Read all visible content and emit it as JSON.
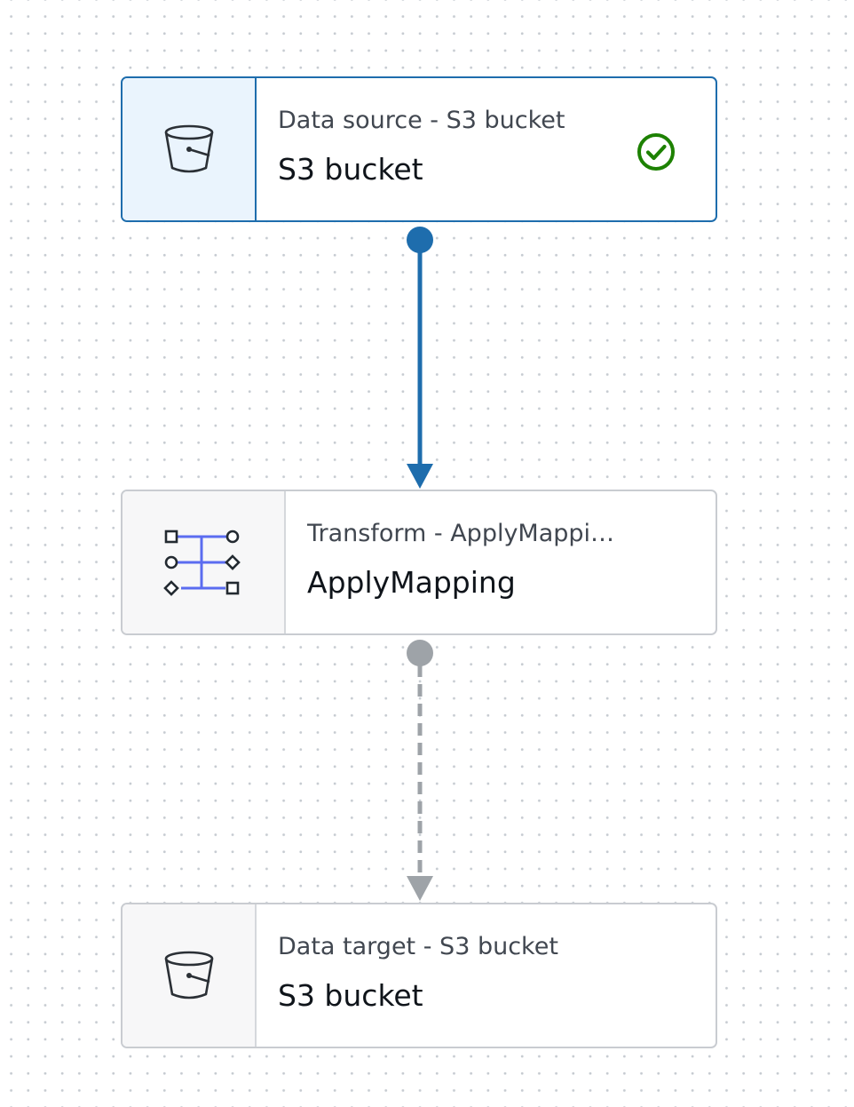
{
  "colors": {
    "active_edge": "#1e6dad",
    "inactive_edge": "#9ea3a8",
    "success": "#1d8102",
    "transform_icon": "#5b6cf0"
  },
  "nodes": [
    {
      "subtitle": "Data source - S3 bucket",
      "title": "S3 bucket",
      "icon": "s3-bucket-icon",
      "status": "success-check-icon",
      "selected": true
    },
    {
      "subtitle": "Transform - ApplyMappi…",
      "title": "ApplyMapping",
      "icon": "apply-mapping-icon",
      "selected": false
    },
    {
      "subtitle": "Data target - S3 bucket",
      "title": "S3 bucket",
      "icon": "s3-bucket-icon",
      "selected": false
    }
  ],
  "edges": [
    {
      "from": "source",
      "to": "transform",
      "style": "solid"
    },
    {
      "from": "transform",
      "to": "target",
      "style": "dashed"
    }
  ]
}
